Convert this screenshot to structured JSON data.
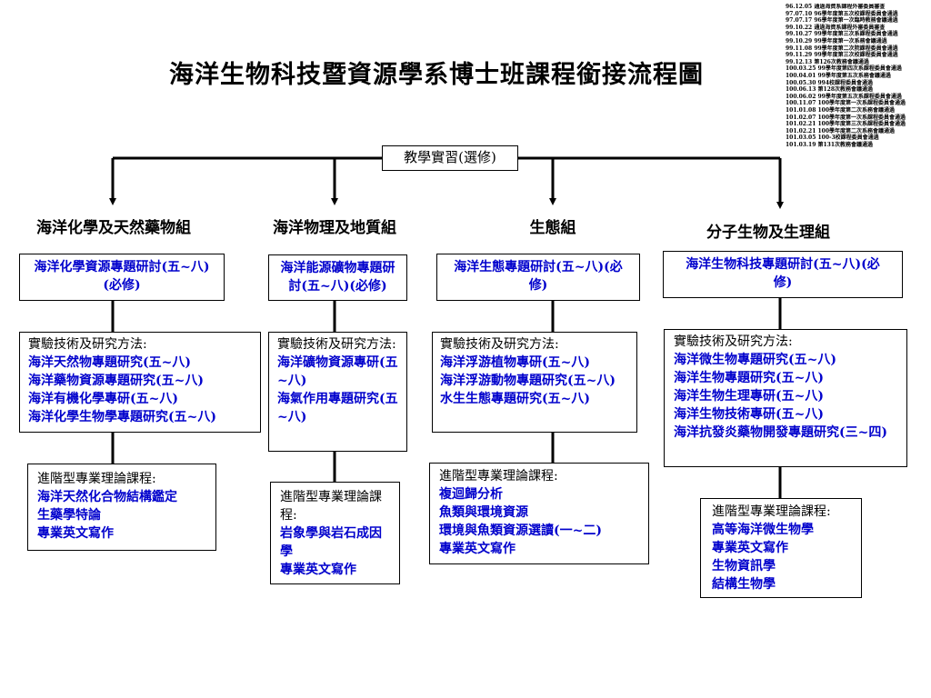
{
  "title": "海洋生物科技暨資源學系博士班課程銜接流程圖",
  "history": [
    "96.12.05 通過海資系課程外審委員審查",
    "97.07.10 96學年度第五次校課程委員會通過",
    "97.07.17 96學年度第一次臨時教務會議通過",
    "99.10.22 通過海資系課程外審委員審查",
    "99.10.27 99學年度第三次系課程委員會通過",
    "99.10.29 99學年度第一次系務會議通過",
    "99.11.08 99學年度第二次院課程委員會通過",
    "99.11.29 99學年度第三次校課程委員會通過",
    "99.12.13 第126次教務會議通過",
    "100.03.25 99學年度第四次系課程委員會通過",
    "100.04.01 99學年度第五次系務會議通過",
    "100.05.30 994校課程委員會通過",
    "100.06.13 第128次教務會議通過",
    "100.06.02 99學年度第五次系課程委員會通過",
    "100.11.07 100學年度第一次系課程委員會通過",
    "101.01.08 100學年度第二次系務會議通過",
    "101.02.07 100學年度第一次系課程委員會通過",
    "101.02.21 100學年度第三次系課程委員會通過",
    "101.02.21 100學年度第二次系務會議通過",
    "101.03.05 100-3校課程委員會通過",
    "101.03.19 第131次教務會議通過"
  ],
  "practice": "教學實習(選修)",
  "groups": [
    {
      "name": "海洋化學及天然藥物組",
      "required": "海洋化學資源專題研討(五~八)(必修)",
      "methods_label": "實驗技術及研究方法:",
      "methods": [
        "海洋天然物專題研究(五~八)",
        "海洋藥物資源專題研究(五~八)",
        "海洋有機化學專研(五~八)",
        "海洋化學生物學專題研究(五~八)"
      ],
      "theory_label": "進階型專業理論課程:",
      "theory": [
        "海洋天然化合物結構鑑定",
        "生藥學特論",
        "專業英文寫作"
      ]
    },
    {
      "name": "海洋物理及地質組",
      "required": "海洋能源礦物專題研討(五~八)(必修)",
      "methods_label": "實驗技術及研究方法:",
      "methods": [
        "海洋礦物資源專研(五~八)",
        "海氣作用專題研究(五~八)"
      ],
      "theory_label": "進階型專業理論課程:",
      "theory": [
        "岩象學與岩石成因學",
        "專業英文寫作"
      ]
    },
    {
      "name": "生態組",
      "required": "海洋生態專題研討(五~八)(必修)",
      "methods_label": "實驗技術及研究方法:",
      "methods": [
        "海洋浮游植物專研(五~八)",
        "海洋浮游動物專題研究(五~八)",
        "水生生態專題研究(五~八)"
      ],
      "theory_label": "進階型專業理論課程:",
      "theory": [
        "複迴歸分析",
        "魚類與環境資源",
        "環境與魚類資源選讀(一~二)",
        "專業英文寫作"
      ]
    },
    {
      "name": "分子生物及生理組",
      "required": "海洋生物科技專題研討(五~八)(必修)",
      "methods_label": "實驗技術及研究方法:",
      "methods": [
        "海洋微生物專題研究(五~八)",
        "海洋生物專題研究(五~八)",
        "海洋生物生理專研(五~八)",
        "海洋生物技術專研(五~八)",
        "海洋抗發炎藥物開發專題研究(三~四)"
      ],
      "theory_label": "進階型專業理論課程:",
      "theory": [
        "高等海洋微生物學",
        "專業英文寫作",
        "生物資訊學",
        "結構生物學"
      ]
    }
  ]
}
